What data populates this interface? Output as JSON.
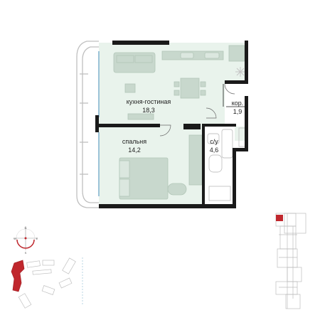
{
  "rooms": [
    {
      "name": "кухня-гостиная",
      "area": "18,3"
    },
    {
      "name": "спальня",
      "area": "14,2"
    },
    {
      "name": "кор.",
      "area": "1,9"
    },
    {
      "name": "с/у",
      "area": "4,6"
    }
  ],
  "compass": {
    "n": "N",
    "s": "S",
    "w": "W",
    "e": "E"
  },
  "colors": {
    "living_fill": "#e9f3ec",
    "wall": "#1a1a1a",
    "furniture": "#c8d8cd",
    "accent_red": "#c0272d",
    "line_gray": "#bfbfbf"
  }
}
